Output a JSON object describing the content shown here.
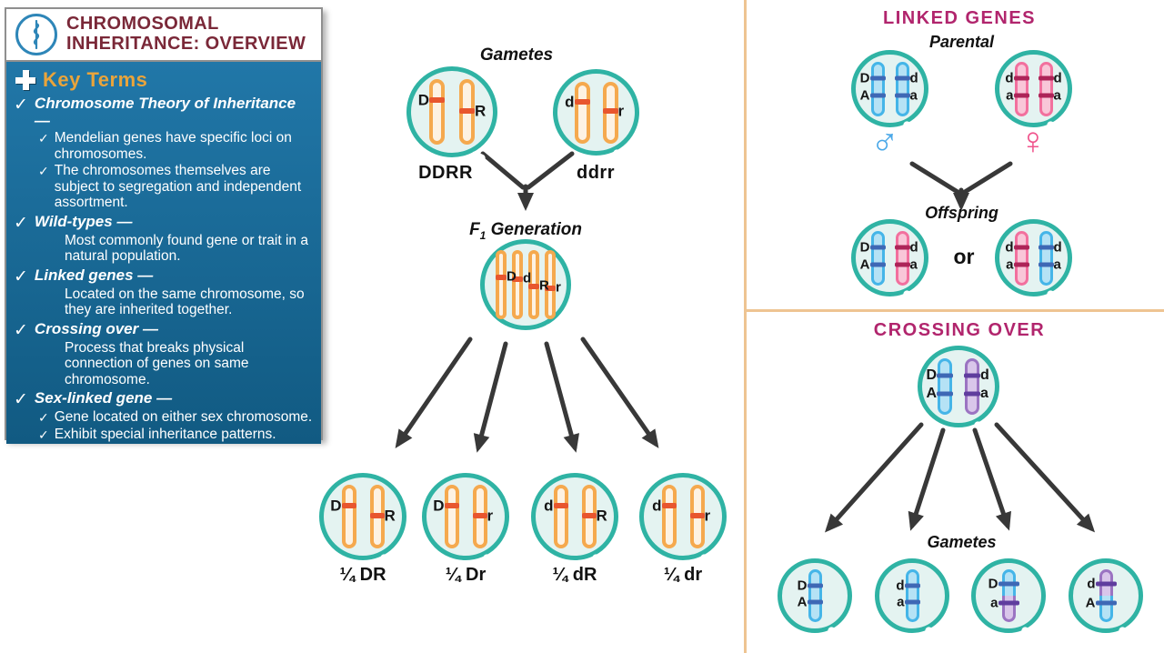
{
  "colors": {
    "teal_ring": "#2fb3a4",
    "cell_fill": "#e4f3f1",
    "orange_outline": "#f5a94e",
    "orange_fill": "#fdf2e3",
    "orange_band": "#e8562e",
    "blue_outline": "#45b5e8",
    "blue_fill": "#b5e2f5",
    "blue_band": "#3e68b5",
    "pink_outline": "#f2709e",
    "pink_fill": "#f9c6d8",
    "pink_band": "#ad2458",
    "purple_outline": "#9b74c2",
    "purple_fill": "#d9c6ea",
    "purple_band": "#5f3d9e",
    "title_magenta": "#b1256d",
    "header_maroon": "#7a2838",
    "key_terms_orange": "#e9a43b",
    "divider_tan": "#eec492",
    "arrow_dark": "#383838",
    "male_blue": "#4aa8e8",
    "female_pink": "#f0548c",
    "logo_blue": "#2e86b8",
    "panel_blue_top": "#2177a8",
    "panel_blue_bottom": "#115a82",
    "panel_footer_navy": "#0e3d5f",
    "border_grey": "#8f8f8f"
  },
  "icons": {
    "logo": "caduceus",
    "check": "✓",
    "plus": "plus-cross",
    "male": "♂",
    "female": "♀"
  },
  "left_panel": {
    "title_line1": "CHROMOSOMAL",
    "title_line2": "INHERITANCE: OVERVIEW",
    "key_terms_header": "Key Terms",
    "term_dash": "—",
    "terms": [
      {
        "name": "Chromosome Theory of Inheritance",
        "subs": [
          {
            "text": "Mendelian genes have specific loci on chromosomes.",
            "check": true
          },
          {
            "text": "The chromosomes themselves are subject to segregation and independent assortment.",
            "check": true
          }
        ]
      },
      {
        "name": "Wild-types",
        "subs": [
          {
            "text": "Most commonly found gene or trait in a natural population.",
            "check": false
          }
        ]
      },
      {
        "name": "Linked genes",
        "subs": [
          {
            "text": "Located on the same chromosome, so they are inherited together.",
            "check": false
          }
        ]
      },
      {
        "name": "Crossing over",
        "subs": [
          {
            "text": "Process that breaks physical connection of genes on same chromosome.",
            "check": false
          }
        ]
      },
      {
        "name": "Sex-linked gene",
        "subs": [
          {
            "text": "Gene located on either sex chromosome.",
            "check": true
          },
          {
            "text": "Exhibit special inheritance patterns.",
            "check": true
          }
        ]
      }
    ]
  },
  "dihybrid": {
    "gametes_label": "Gametes",
    "parent1_genotype": "DDRR",
    "parent2_genotype": "ddrr",
    "f1_label_main": "F",
    "f1_label_sub": "1",
    "f1_label_rest": " Generation",
    "offspring_fractions": [
      "¼ DR",
      "¼ Dr",
      "¼ dR",
      "¼ dr"
    ]
  },
  "linked_genes": {
    "title": "LINKED GENES",
    "parental_label": "Parental",
    "offspring_label": "Offspring",
    "or_label": "or"
  },
  "crossing_over": {
    "title": "CROSSING OVER",
    "gametes_label": "Gametes"
  },
  "cells": {
    "p1": {
      "chroms": [
        {
          "pal": "orange",
          "bands": [
            30
          ],
          "labels": [
            {
              "t": "D",
              "s": "left",
              "p": 30
            }
          ]
        },
        {
          "pal": "orange",
          "bands": [
            48
          ],
          "labels": [
            {
              "t": "R",
              "s": "right",
              "p": 48
            }
          ]
        }
      ]
    },
    "p2": {
      "chroms": [
        {
          "pal": "orange",
          "bands": [
            30
          ],
          "labels": [
            {
              "t": "d",
              "s": "left",
              "p": 30
            }
          ]
        },
        {
          "pal": "orange",
          "bands": [
            48
          ],
          "labels": [
            {
              "t": "r",
              "s": "right",
              "p": 48
            }
          ]
        }
      ]
    },
    "f1": {
      "chroms": [
        {
          "pal": "orange",
          "bands": [
            38
          ],
          "labels": [
            {
              "t": "D",
              "s": "right",
              "p": 37
            }
          ]
        },
        {
          "pal": "orange",
          "bands": [
            41
          ],
          "labels": [
            {
              "t": "d",
              "s": "right",
              "p": 40
            }
          ]
        },
        {
          "pal": "orange",
          "bands": [
            53
          ],
          "labels": [
            {
              "t": "R",
              "s": "right",
              "p": 52
            }
          ]
        },
        {
          "pal": "orange",
          "bands": [
            56
          ],
          "labels": [
            {
              "t": "r",
              "s": "right",
              "p": 55
            }
          ]
        }
      ]
    },
    "o1": {
      "chroms": [
        {
          "pal": "orange",
          "bands": [
            30
          ],
          "labels": [
            {
              "t": "D",
              "s": "left",
              "p": 30
            }
          ]
        },
        {
          "pal": "orange",
          "bands": [
            48
          ],
          "labels": [
            {
              "t": "R",
              "s": "right",
              "p": 48
            }
          ]
        }
      ]
    },
    "o2": {
      "chroms": [
        {
          "pal": "orange",
          "bands": [
            30
          ],
          "labels": [
            {
              "t": "D",
              "s": "left",
              "p": 30
            }
          ]
        },
        {
          "pal": "orange",
          "bands": [
            48
          ],
          "labels": [
            {
              "t": "r",
              "s": "right",
              "p": 48
            }
          ]
        }
      ]
    },
    "o3": {
      "chroms": [
        {
          "pal": "orange",
          "bands": [
            30
          ],
          "labels": [
            {
              "t": "d",
              "s": "left",
              "p": 30
            }
          ]
        },
        {
          "pal": "orange",
          "bands": [
            48
          ],
          "labels": [
            {
              "t": "R",
              "s": "right",
              "p": 48
            }
          ]
        }
      ]
    },
    "o4": {
      "chroms": [
        {
          "pal": "orange",
          "bands": [
            30
          ],
          "labels": [
            {
              "t": "d",
              "s": "left",
              "p": 30
            }
          ]
        },
        {
          "pal": "orange",
          "bands": [
            48
          ],
          "labels": [
            {
              "t": "r",
              "s": "right",
              "p": 48
            }
          ]
        }
      ]
    },
    "lg_male": {
      "chroms": [
        {
          "pal": "blue",
          "bands": [
            28,
            64
          ],
          "labels": [
            {
              "t": "D",
              "s": "left",
              "p": 28
            },
            {
              "t": "A",
              "s": "left",
              "p": 64
            }
          ]
        },
        {
          "pal": "blue",
          "bands": [
            28,
            64
          ],
          "labels": [
            {
              "t": "d",
              "s": "right",
              "p": 28
            },
            {
              "t": "a",
              "s": "right",
              "p": 64
            }
          ]
        }
      ]
    },
    "lg_female": {
      "chroms": [
        {
          "pal": "pink",
          "bands": [
            28,
            64
          ],
          "labels": [
            {
              "t": "d",
              "s": "left",
              "p": 28
            },
            {
              "t": "a",
              "s": "left",
              "p": 64
            }
          ]
        },
        {
          "pal": "pink",
          "bands": [
            28,
            64
          ],
          "labels": [
            {
              "t": "d",
              "s": "right",
              "p": 28
            },
            {
              "t": "a",
              "s": "right",
              "p": 64
            }
          ]
        }
      ]
    },
    "lg_off1": {
      "chroms": [
        {
          "pal": "blue",
          "bands": [
            28,
            64
          ],
          "labels": [
            {
              "t": "D",
              "s": "left",
              "p": 28
            },
            {
              "t": "A",
              "s": "left",
              "p": 64
            }
          ]
        },
        {
          "pal": "pink",
          "bands": [
            28,
            64
          ],
          "labels": [
            {
              "t": "d",
              "s": "right",
              "p": 28
            },
            {
              "t": "a",
              "s": "right",
              "p": 64
            }
          ]
        }
      ]
    },
    "lg_off2": {
      "chroms": [
        {
          "pal": "pink",
          "bands": [
            28,
            64
          ],
          "labels": [
            {
              "t": "d",
              "s": "left",
              "p": 28
            },
            {
              "t": "a",
              "s": "left",
              "p": 64
            }
          ]
        },
        {
          "pal": "blue",
          "bands": [
            28,
            64
          ],
          "labels": [
            {
              "t": "d",
              "s": "right",
              "p": 28
            },
            {
              "t": "a",
              "s": "right",
              "p": 64
            }
          ]
        }
      ]
    },
    "co_cell": {
      "chroms": [
        {
          "pal": "blue",
          "bands": [
            28,
            64
          ],
          "labels": [
            {
              "t": "D",
              "s": "left",
              "p": 28
            },
            {
              "t": "A",
              "s": "left",
              "p": 64
            }
          ]
        },
        {
          "pal": "purple",
          "bands": [
            28,
            64
          ],
          "labels": [
            {
              "t": "d",
              "s": "right",
              "p": 28
            },
            {
              "t": "a",
              "s": "right",
              "p": 64
            }
          ]
        }
      ]
    },
    "co_g1": {
      "chroms": [
        {
          "pal": "blue",
          "bands": [
            28,
            64
          ],
          "labels": [
            {
              "t": "D",
              "s": "left",
              "p": 28
            },
            {
              "t": "A",
              "s": "left",
              "p": 64
            }
          ]
        }
      ]
    },
    "co_g2": {
      "chroms": [
        {
          "pal": "blue",
          "bands": [
            28,
            64
          ],
          "labels": [
            {
              "t": "d",
              "s": "left",
              "p": 28
            },
            {
              "t": "a",
              "s": "left",
              "p": 64
            }
          ]
        }
      ]
    },
    "co_g3": {
      "chroms": [
        {
          "pal": "blue",
          "pal2": "purple",
          "split": 50,
          "bands": [
            28,
            64
          ],
          "labels": [
            {
              "t": "D",
              "s": "left",
              "p": 28
            },
            {
              "t": "a",
              "s": "left",
              "p": 64
            }
          ]
        }
      ]
    },
    "co_g4": {
      "chroms": [
        {
          "pal": "purple",
          "pal2": "blue",
          "split": 50,
          "bands": [
            28,
            64
          ],
          "labels": [
            {
              "t": "d",
              "s": "left",
              "p": 28
            },
            {
              "t": "A",
              "s": "left",
              "p": 64
            }
          ]
        }
      ]
    }
  }
}
